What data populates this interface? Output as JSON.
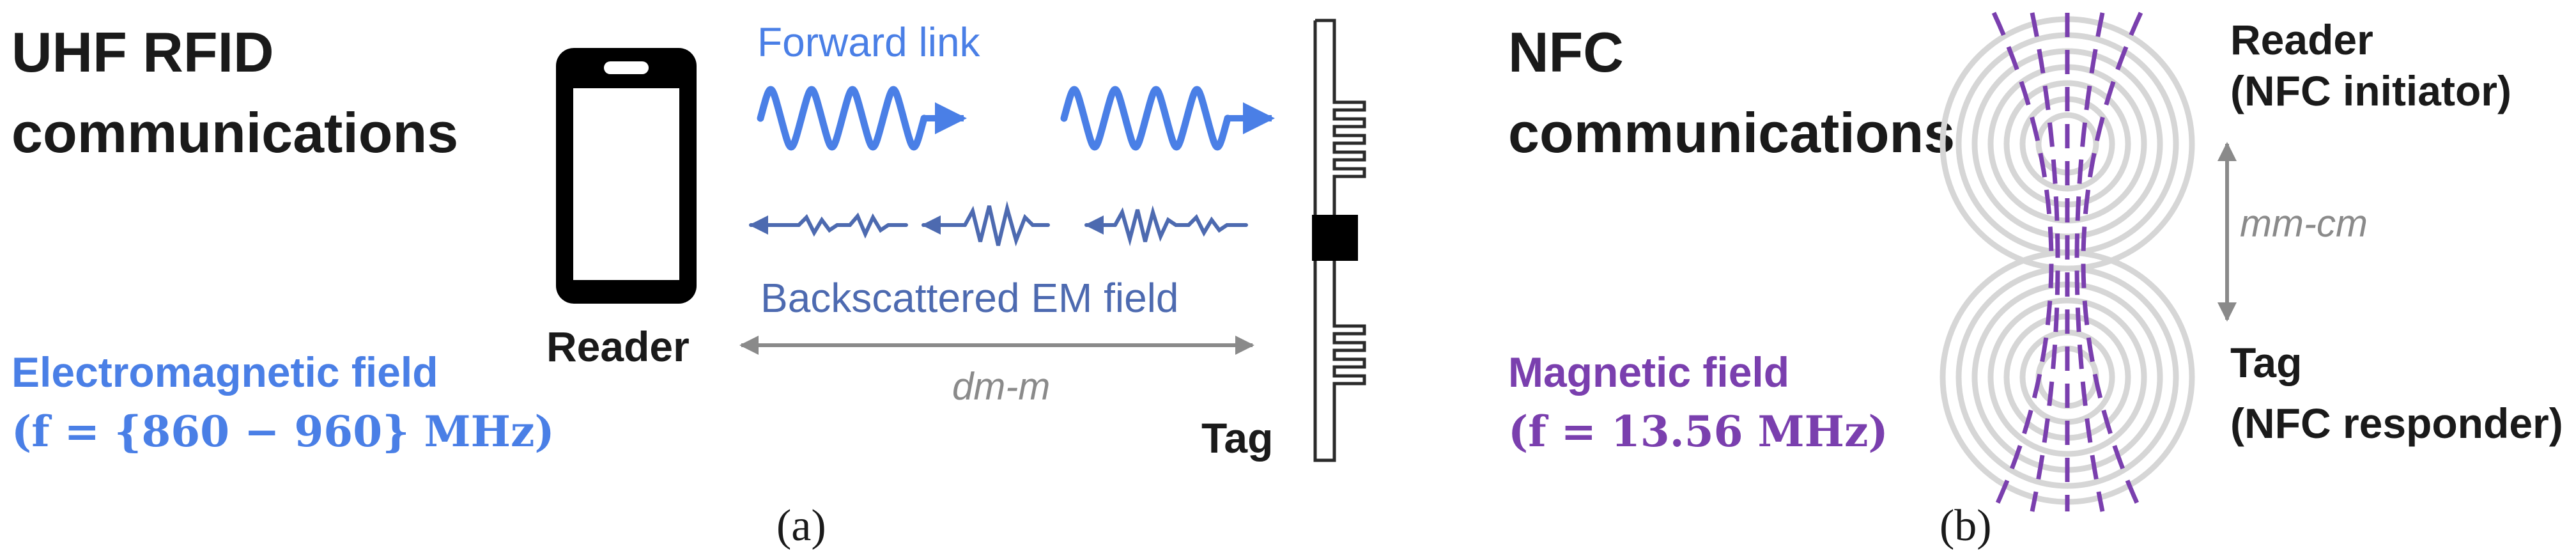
{
  "panel_a": {
    "title_line1": "UHF RFID",
    "title_line2": "communications",
    "reader_label": "Reader",
    "tag_label": "Tag",
    "forward_link": "Forward link",
    "backscatter": "Backscattered EM field",
    "distance": "dm-m",
    "field_label": "Electromagnetic field",
    "field_freq": "(f = {860 − 960} MHz)",
    "caption": "(a)"
  },
  "panel_b": {
    "title_line1": "NFC",
    "title_line2": "communications",
    "reader_line1": "Reader",
    "reader_line2": "(NFC initiator)",
    "tag_line1": "Tag",
    "tag_line2": "(NFC responder)",
    "distance": "mm-cm",
    "field_label": "Magnetic field",
    "field_freq": "(f = 13.56 MHz)",
    "caption": "(b)"
  },
  "colors": {
    "uhf_blue": "#4a7fe6",
    "backscatter_blue": "#4d6ab0",
    "nfc_purple": "#7a3fae",
    "distance_gray": "#8a8a8a",
    "coil_gray": "#d6d6d6"
  }
}
